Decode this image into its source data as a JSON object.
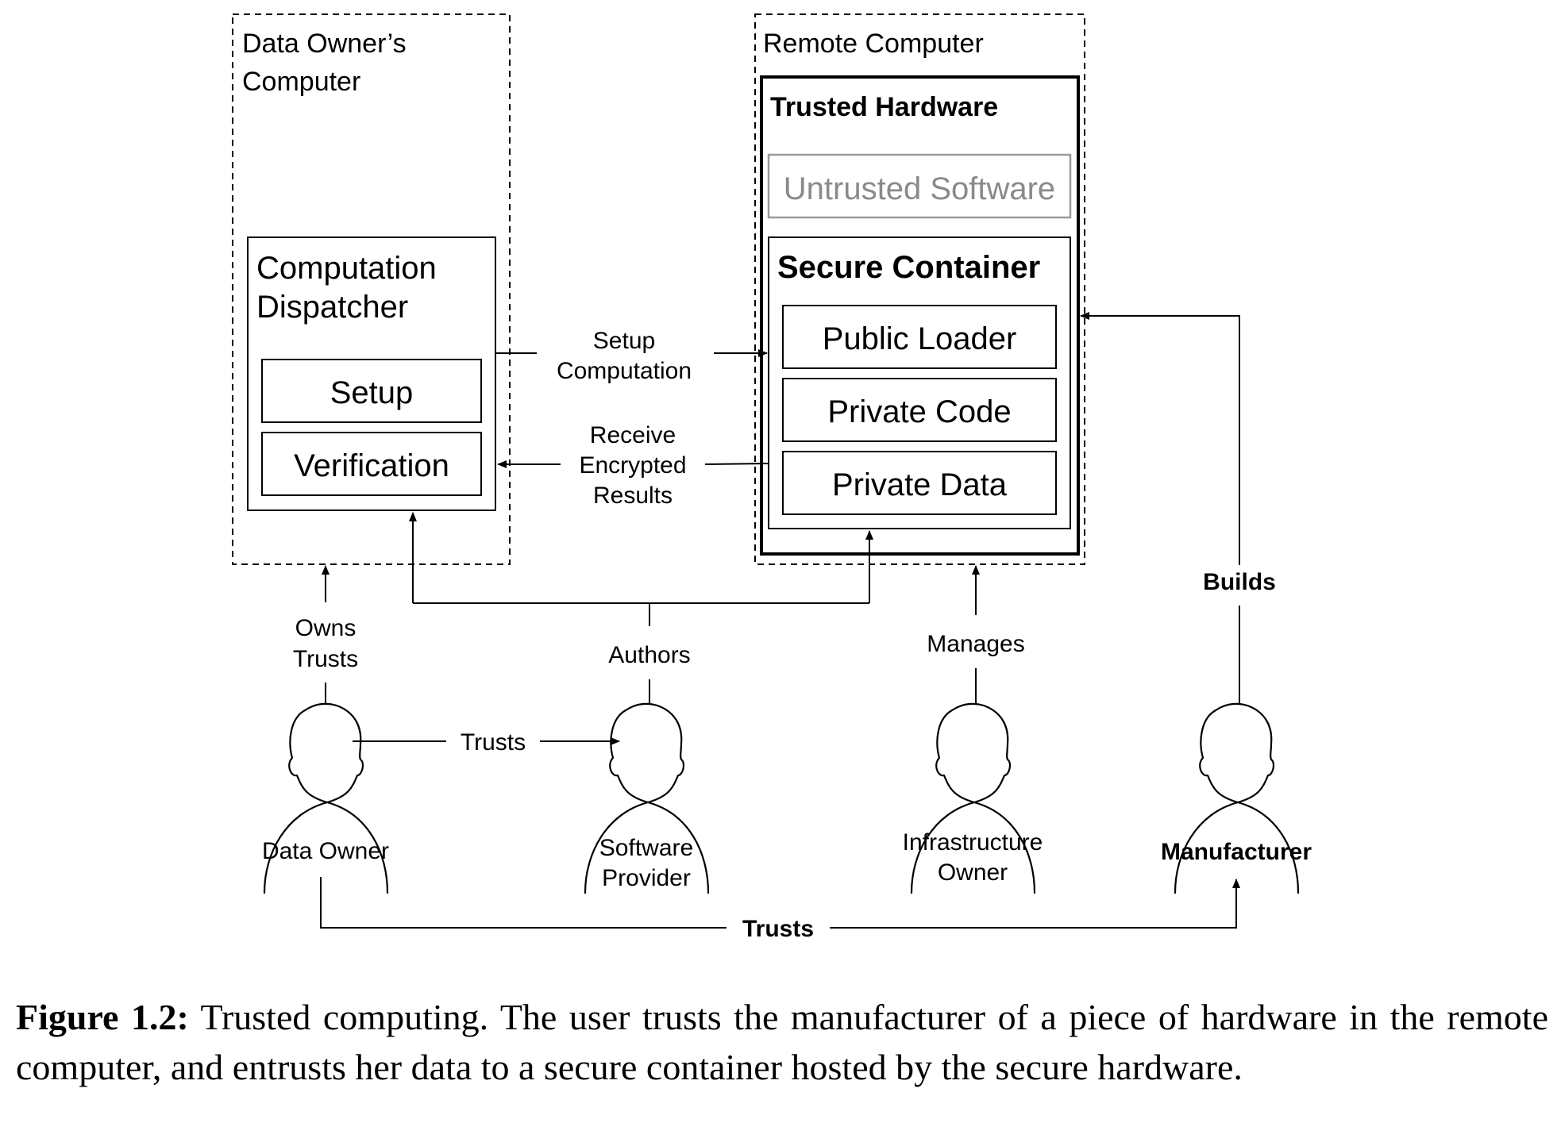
{
  "diagram": {
    "data_owner_computer": {
      "line1": "Data Owner’s",
      "line2": "Computer"
    },
    "remote_computer": "Remote Computer",
    "trusted_hardware": "Trusted Hardware",
    "untrusted_software": "Untrusted Software",
    "secure_container": "Secure Container",
    "public_loader": "Public Loader",
    "private_code": "Private Code",
    "private_data": "Private Data",
    "computation_dispatcher": {
      "line1": "Computation",
      "line2": "Dispatcher"
    },
    "setup": "Setup",
    "verification": "Verification",
    "setup_computation": {
      "line1": "Setup",
      "line2": "Computation"
    },
    "receive_encrypted_results": {
      "line1": "Receive",
      "line2": "Encrypted",
      "line3": "Results"
    },
    "owns_trusts": {
      "line1": "Owns",
      "line2": "Trusts"
    },
    "authors": "Authors",
    "manages": "Manages",
    "builds": "Builds",
    "trusts_middle": "Trusts",
    "trusts_bottom": "Trusts",
    "actors": {
      "data_owner": "Data Owner",
      "software_provider": {
        "line1": "Software",
        "line2": "Provider"
      },
      "infrastructure_owner": {
        "line1": "Infrastructure",
        "line2": "Owner"
      },
      "manufacturer": "Manufacturer"
    }
  },
  "caption": {
    "label": "Figure 1.2:",
    "text": "Trusted computing. The user trusts the manufacturer of a piece of hardware in the remote computer, and entrusts her data to a secure container hosted by the secure hardware."
  }
}
